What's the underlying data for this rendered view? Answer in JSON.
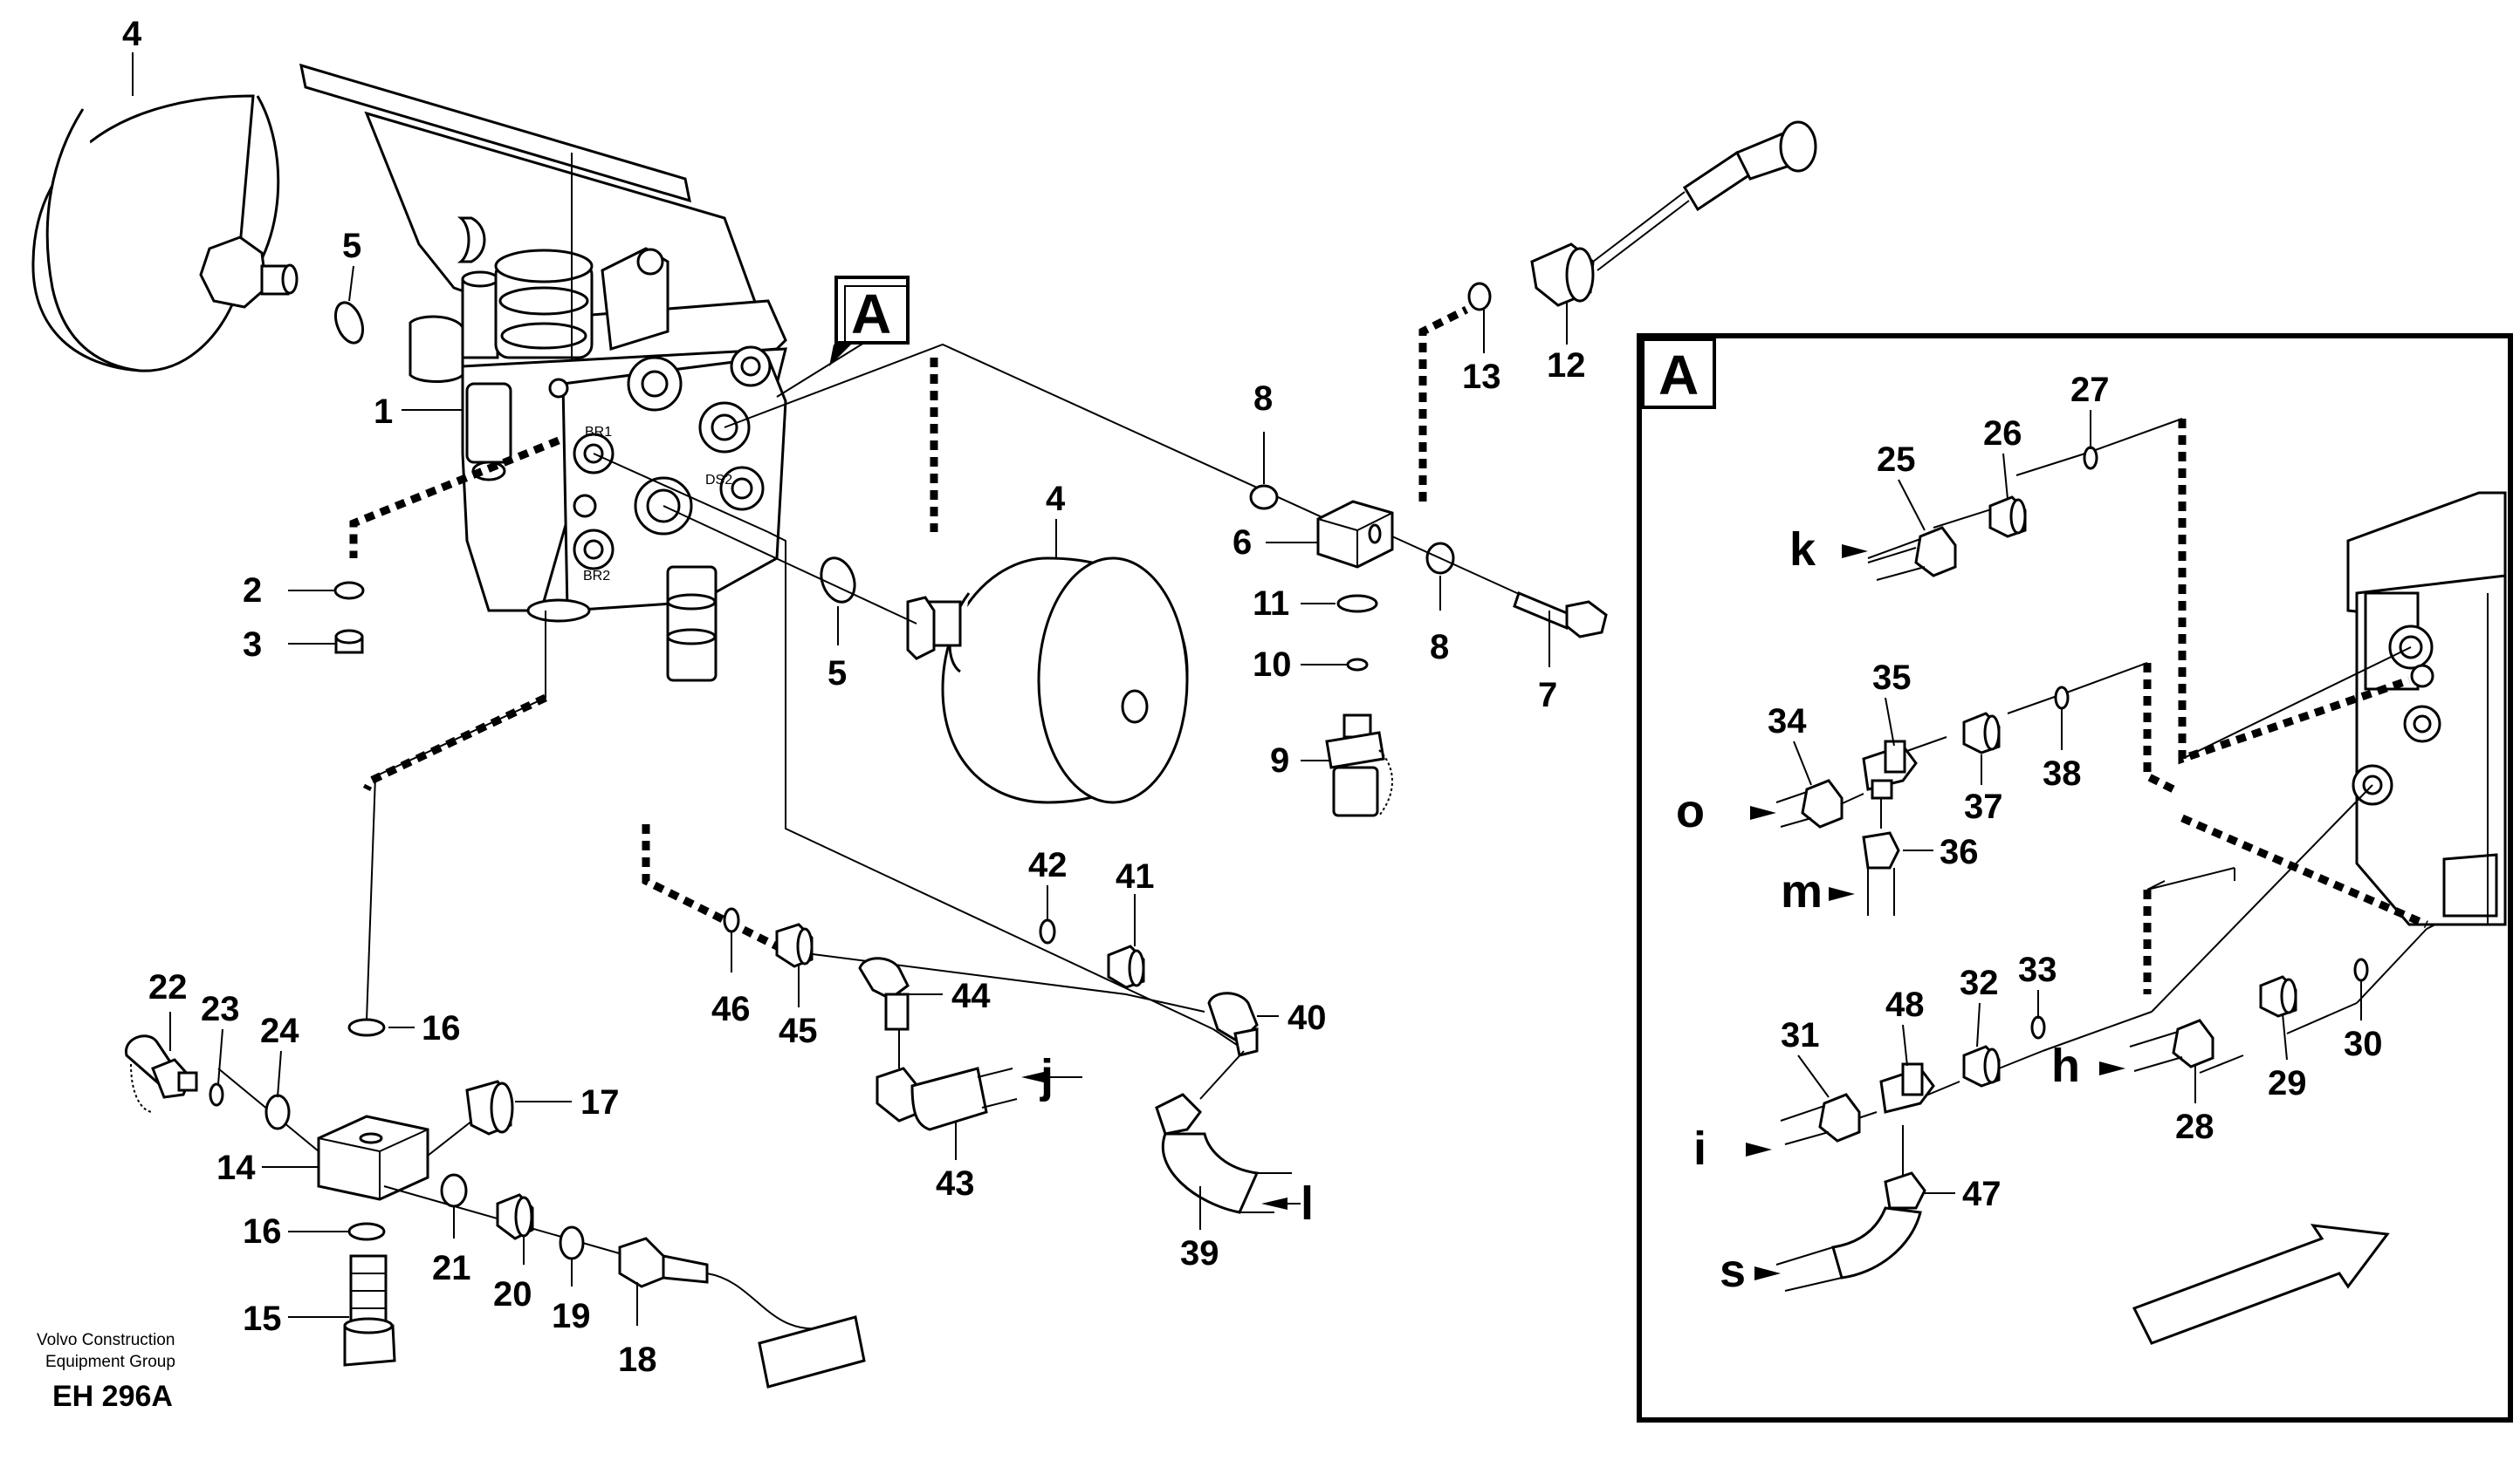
{
  "drawing": {
    "inset_letter": "A",
    "caption_line1": "Volvo Construction",
    "caption_line2": "Equipment Group",
    "code": "EH 296A"
  },
  "callouts": [
    {
      "id": "c1",
      "text": "1"
    },
    {
      "id": "c2",
      "text": "2"
    },
    {
      "id": "c3",
      "text": "3"
    },
    {
      "id": "c4a",
      "text": "4"
    },
    {
      "id": "c4b",
      "text": "4"
    },
    {
      "id": "c5a",
      "text": "5"
    },
    {
      "id": "c5b",
      "text": "5"
    },
    {
      "id": "c6",
      "text": "6"
    },
    {
      "id": "c7",
      "text": "7"
    },
    {
      "id": "c8a",
      "text": "8"
    },
    {
      "id": "c8b",
      "text": "8"
    },
    {
      "id": "c9",
      "text": "9"
    },
    {
      "id": "c10",
      "text": "10"
    },
    {
      "id": "c11",
      "text": "11"
    },
    {
      "id": "c12",
      "text": "12"
    },
    {
      "id": "c13",
      "text": "13"
    },
    {
      "id": "c14",
      "text": "14"
    },
    {
      "id": "c15",
      "text": "15"
    },
    {
      "id": "c16a",
      "text": "16"
    },
    {
      "id": "c16b",
      "text": "16"
    },
    {
      "id": "c17",
      "text": "17"
    },
    {
      "id": "c18",
      "text": "18"
    },
    {
      "id": "c19",
      "text": "19"
    },
    {
      "id": "c20",
      "text": "20"
    },
    {
      "id": "c21",
      "text": "21"
    },
    {
      "id": "c22",
      "text": "22"
    },
    {
      "id": "c23",
      "text": "23"
    },
    {
      "id": "c24",
      "text": "24"
    },
    {
      "id": "c25",
      "text": "25"
    },
    {
      "id": "c26",
      "text": "26"
    },
    {
      "id": "c27",
      "text": "27"
    },
    {
      "id": "c28",
      "text": "28"
    },
    {
      "id": "c29",
      "text": "29"
    },
    {
      "id": "c30",
      "text": "30"
    },
    {
      "id": "c31",
      "text": "31"
    },
    {
      "id": "c32",
      "text": "32"
    },
    {
      "id": "c33",
      "text": "33"
    },
    {
      "id": "c34",
      "text": "34"
    },
    {
      "id": "c35",
      "text": "35"
    },
    {
      "id": "c36",
      "text": "36"
    },
    {
      "id": "c37",
      "text": "37"
    },
    {
      "id": "c38",
      "text": "38"
    },
    {
      "id": "c39",
      "text": "39"
    },
    {
      "id": "c40",
      "text": "40"
    },
    {
      "id": "c41",
      "text": "41"
    },
    {
      "id": "c42",
      "text": "42"
    },
    {
      "id": "c43",
      "text": "43"
    },
    {
      "id": "c44",
      "text": "44"
    },
    {
      "id": "c45",
      "text": "45"
    },
    {
      "id": "c46",
      "text": "46"
    },
    {
      "id": "c47",
      "text": "47"
    },
    {
      "id": "c48",
      "text": "48"
    }
  ],
  "hose_letters": [
    {
      "id": "hj",
      "text": "j"
    },
    {
      "id": "hl",
      "text": "l"
    },
    {
      "id": "hk",
      "text": "k"
    },
    {
      "id": "ho",
      "text": "o"
    },
    {
      "id": "hm",
      "text": "m"
    },
    {
      "id": "hi",
      "text": "i"
    },
    {
      "id": "hh",
      "text": "h"
    },
    {
      "id": "hs",
      "text": "s"
    }
  ],
  "port_labels": [
    {
      "id": "pbr1",
      "text": "BR1"
    },
    {
      "id": "pbr2",
      "text": "BR2"
    },
    {
      "id": "pds2",
      "text": "DS2"
    }
  ],
  "colors": {
    "ink": "#000000",
    "paper": "#ffffff"
  }
}
